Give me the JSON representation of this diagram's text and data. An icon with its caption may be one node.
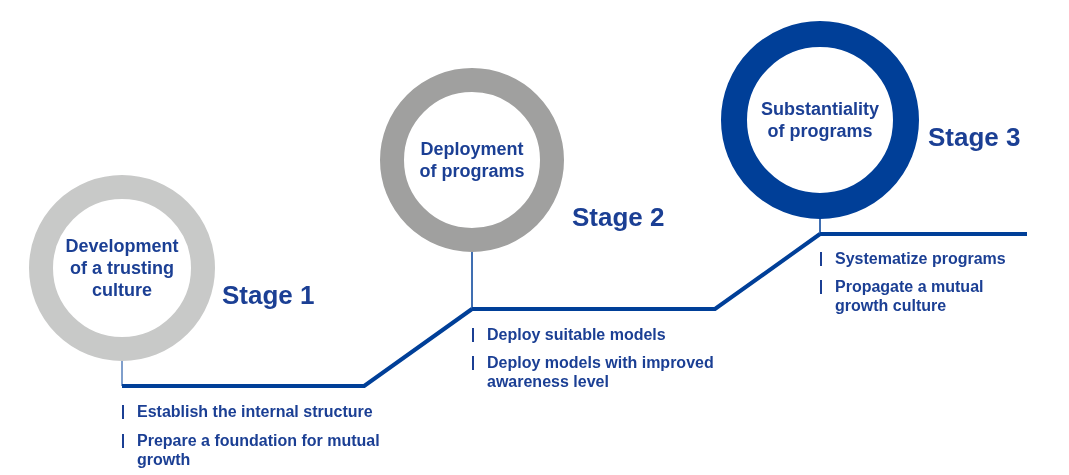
{
  "diagram": {
    "nodes": [
      {
        "text": [
          "Development of a trusting culture"
        ],
        "beside": [
          "Stage 1"
        ]
      },
      {
        "text": [
          "Deployment of programs"
        ],
        "beside": [
          "Stage 2"
        ]
      },
      {
        "text": [
          "Substantiality of programs"
        ],
        "beside": [
          "Stage 3"
        ]
      }
    ],
    "edges": [
      {
        "from": 0,
        "to": 1,
        "arrow": "none"
      },
      {
        "from": 1,
        "to": 2,
        "arrow": "none"
      },
      {
        "from": 2,
        "to": null,
        "arrow": "none"
      }
    ],
    "labels": [
      "Establish the internal structure",
      "Prepare a foundation for mutual growth",
      "Deploy suitable models",
      "Deploy models with improved awareness level",
      "Systematize programs",
      "Propagate a mutual growth culture"
    ]
  }
}
